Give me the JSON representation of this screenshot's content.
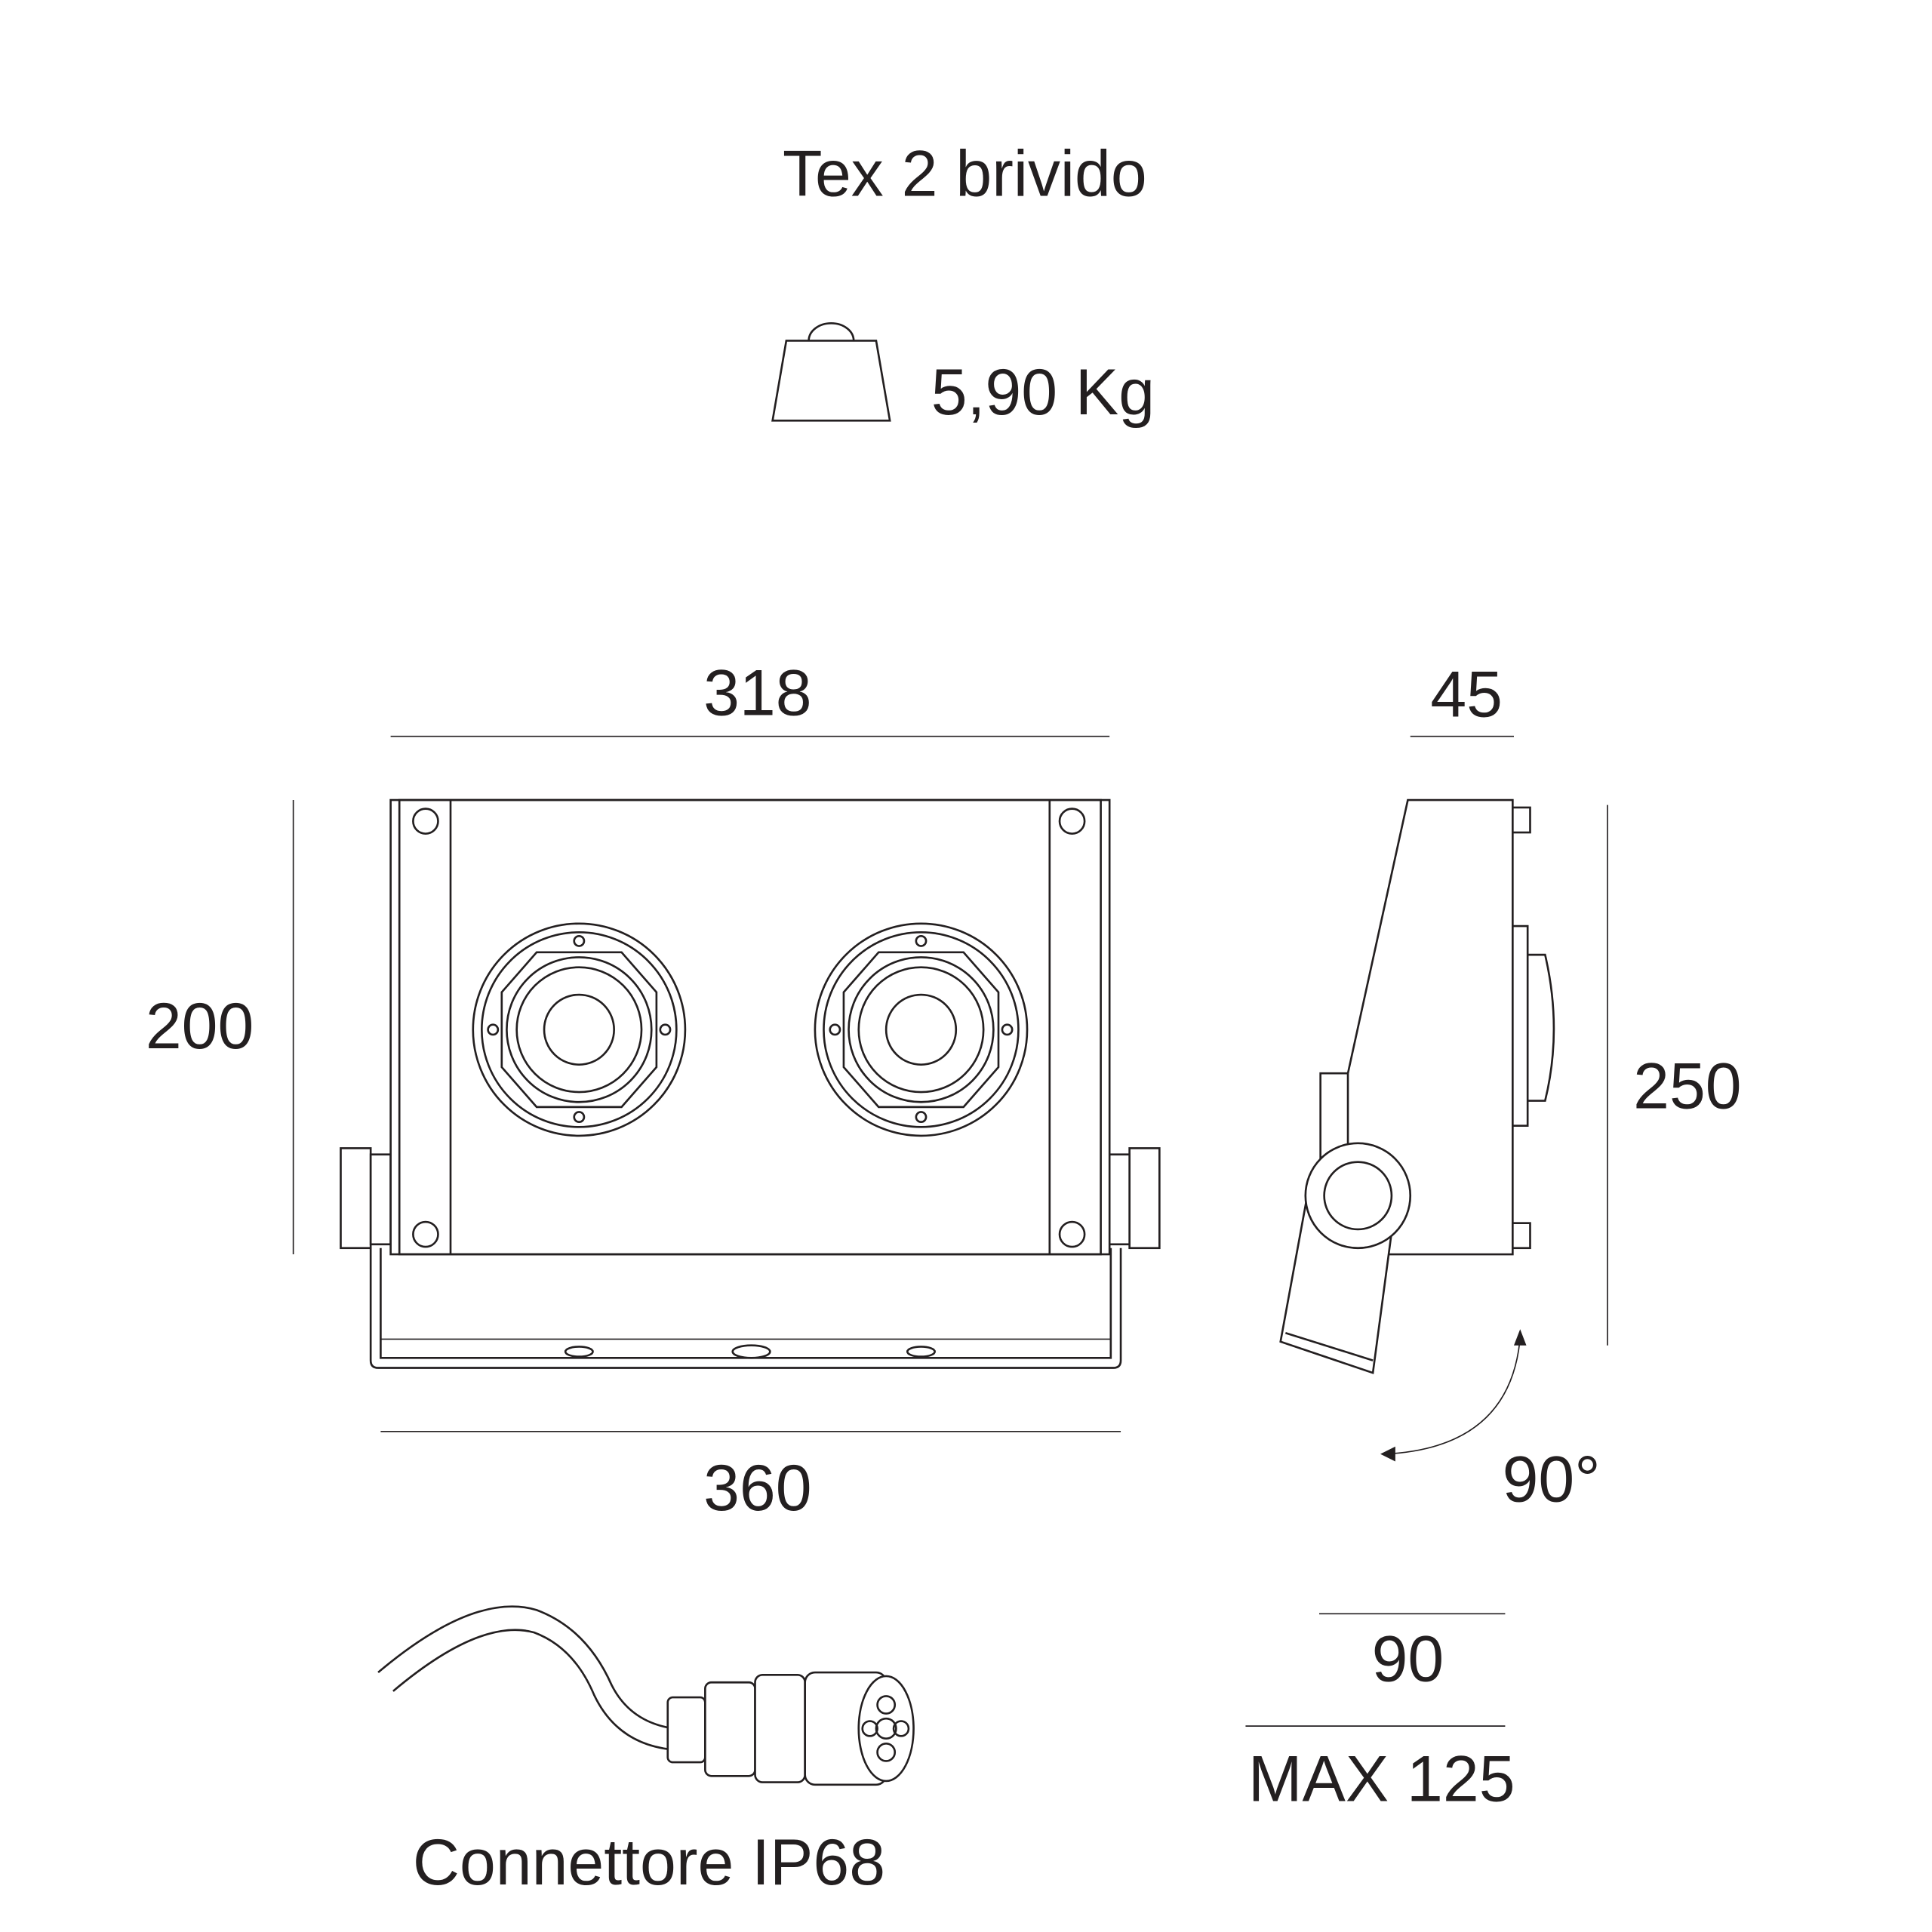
{
  "title": "Tex 2 brivido",
  "weight": {
    "icon": "weight-icon",
    "value": "5,90 Kg"
  },
  "front_view": {
    "width_top": "318",
    "height": "200",
    "width_bottom": "360"
  },
  "side_view": {
    "depth": "45",
    "height": "250",
    "rotation": "90°"
  },
  "mounting": {
    "min": "90",
    "max": "MAX 125"
  },
  "connector": {
    "icon": "connector-icon",
    "label": "Connettore IP68"
  },
  "colors": {
    "line": "#231f20",
    "background": "#ffffff"
  }
}
